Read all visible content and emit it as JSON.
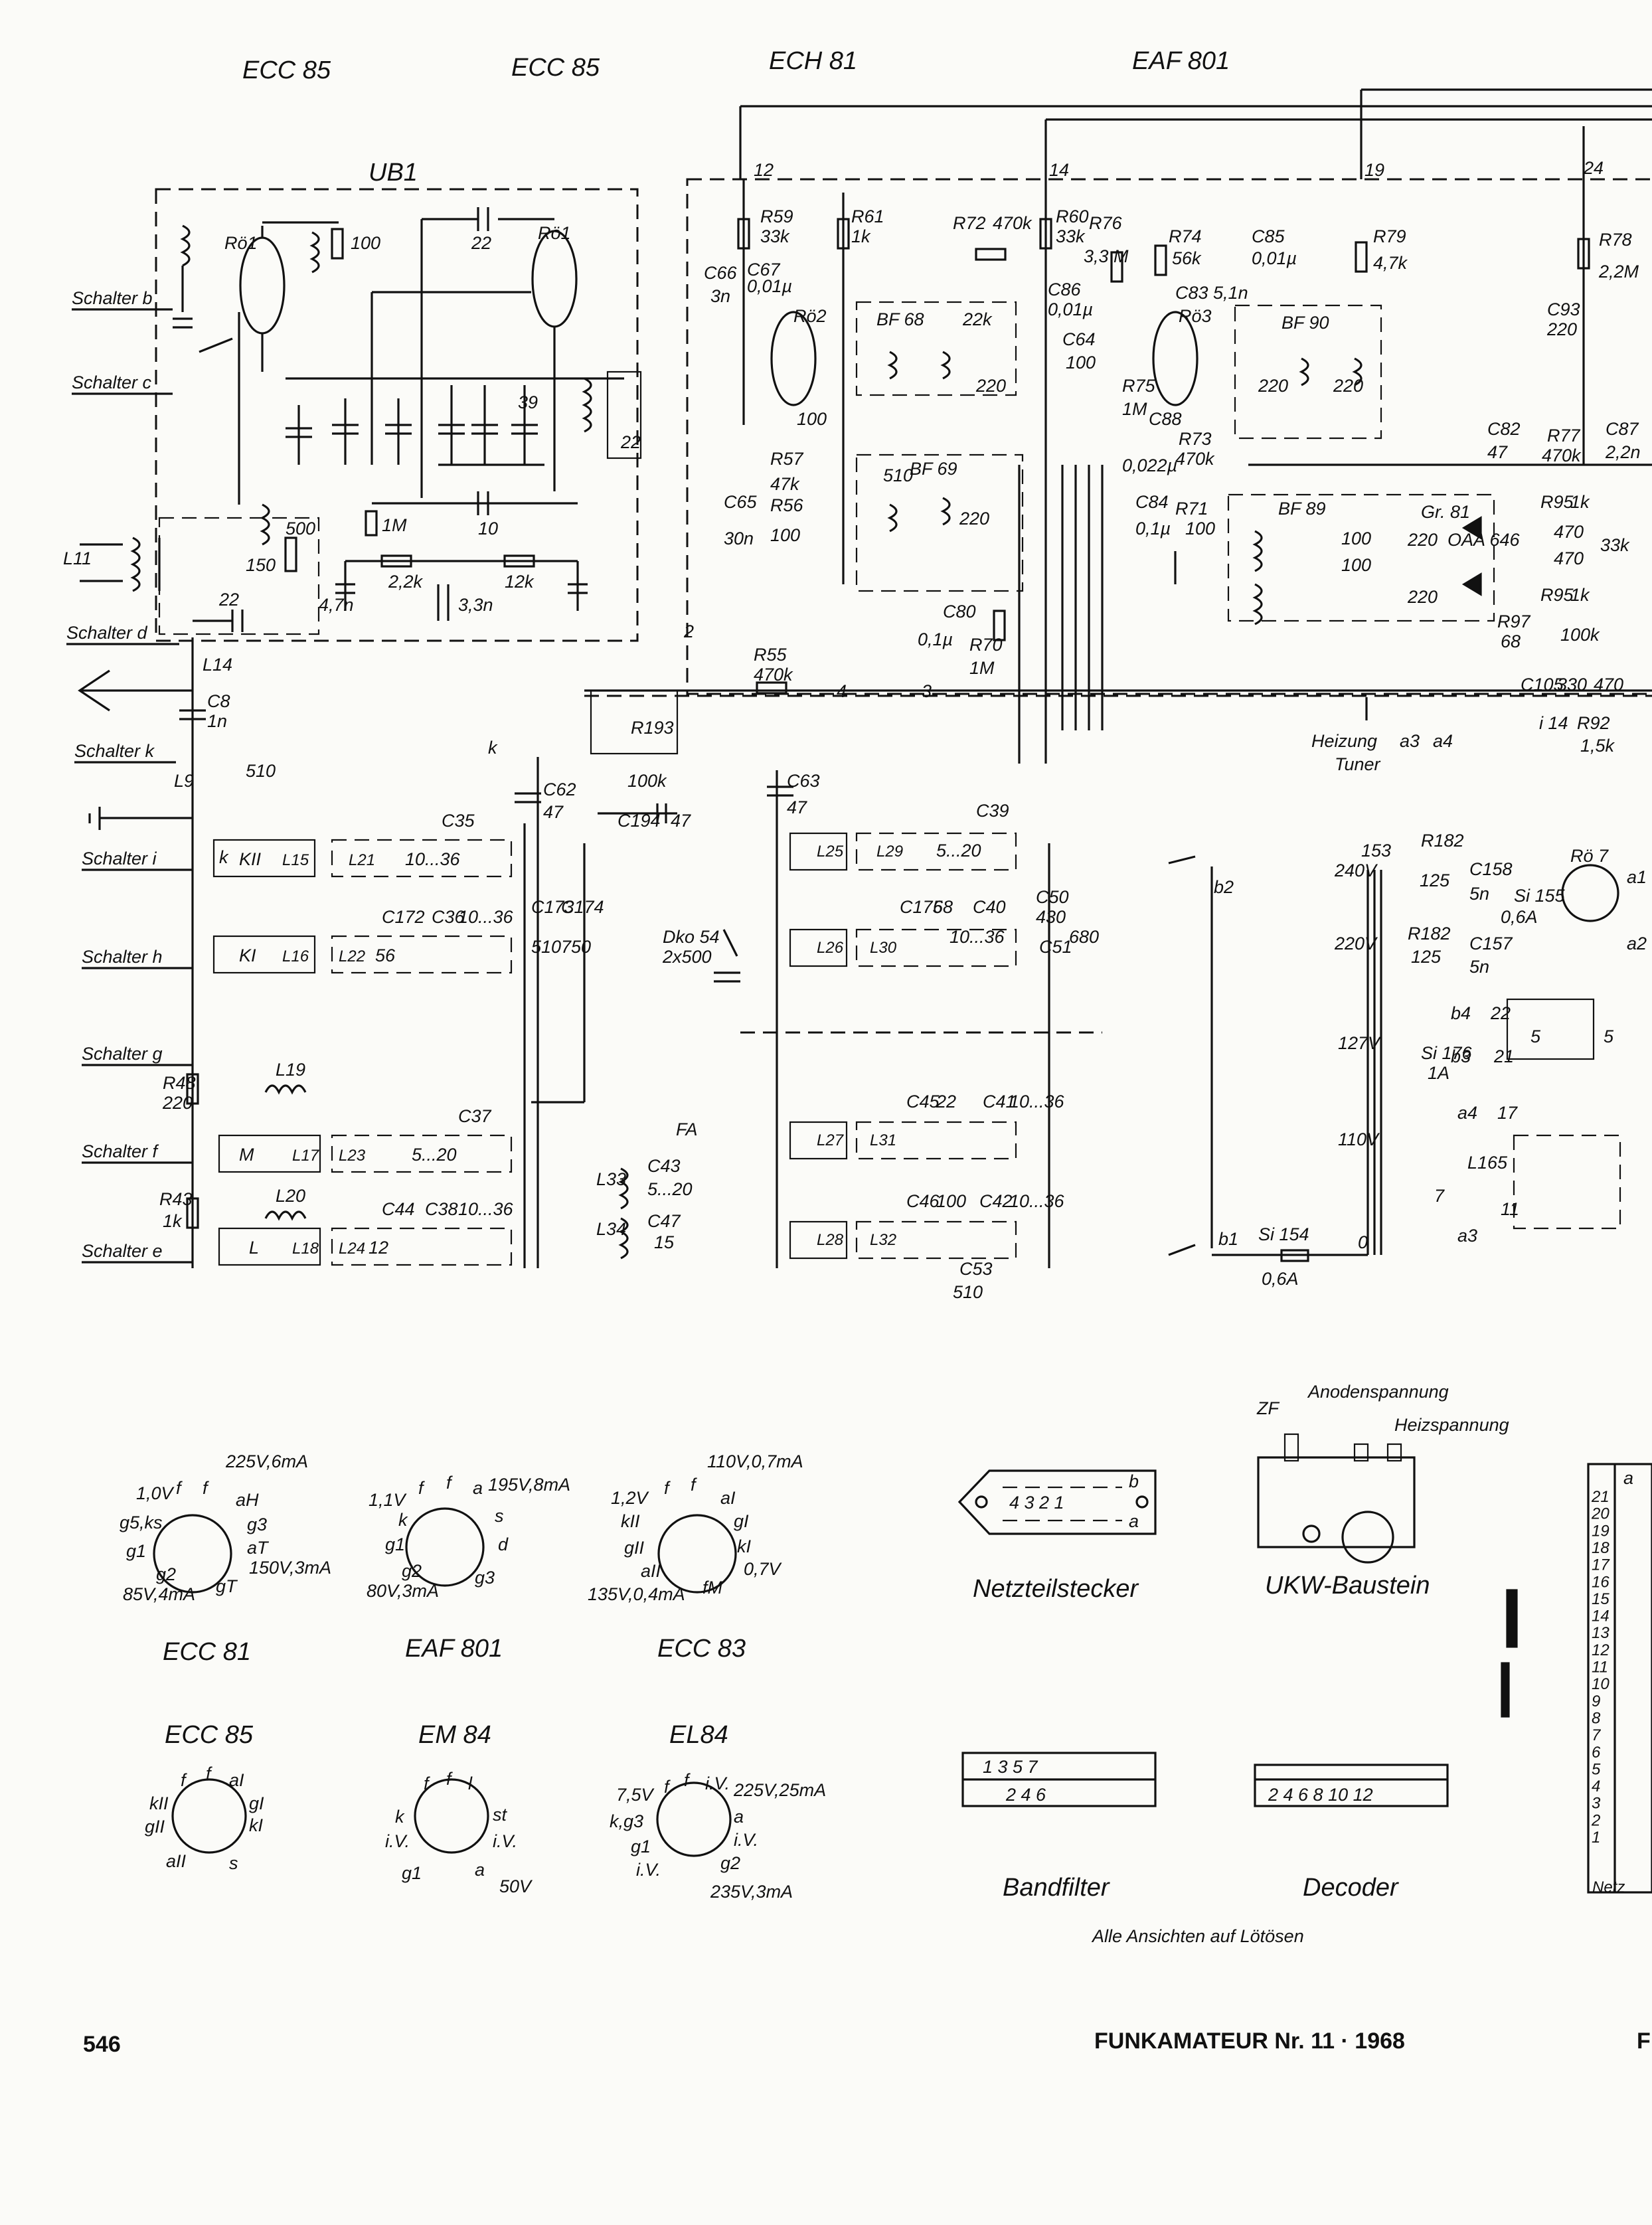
{
  "tubes_top": {
    "t1": "ECC 85",
    "t2": "ECC 85",
    "t3": "ECH 81",
    "t4": "EAF 801"
  },
  "ub1_label": "UB1",
  "switches": {
    "b": "Schalter b",
    "c": "Schalter c",
    "d": "Schalter d",
    "k": "Schalter k",
    "i": "Schalter i",
    "h": "Schalter h",
    "g": "Schalter g",
    "f": "Schalter f",
    "e": "Schalter e"
  },
  "valves": {
    "ro1": "Rö1",
    "ro2": "Rö2",
    "ro3": "Rö3",
    "ro7": "Rö 7"
  },
  "ub1_parts": {
    "r100": "100",
    "c22a": "22",
    "c22b": "22",
    "c39": "39",
    "c500": "500",
    "c150": "150",
    "l11": "L11",
    "r1m": "1M",
    "c10": "10",
    "r2k2": "2,2k",
    "c4n7": "4,7n",
    "c3n3": "3,3n",
    "r12k": "12k"
  },
  "ech_parts": {
    "n12": "12",
    "r59": "R59",
    "r59v": "33k",
    "r61": "R61",
    "r61v": "1k",
    "c66": "C66",
    "c66v": "3n",
    "c67": "C67",
    "c67v": "0,01µ",
    "bf68": "BF 68",
    "bf69": "BF 69",
    "r72": "R72",
    "r72v": "470k",
    "v22k": "22k",
    "v220a": "220",
    "v220b": "220",
    "v510": "510",
    "r58v": "100",
    "r57": "R57",
    "r57v": "47k",
    "c65": "C65",
    "c65v": "30n",
    "r56": "R56",
    "r56v": "100",
    "c80": "C80",
    "c80v": "0,1µ",
    "r70": "R70",
    "r70v": "1M",
    "r55": "R55",
    "r55v": "470k",
    "n2": "2",
    "n4": "4",
    "n3": "3"
  },
  "eaf_parts": {
    "n14": "14",
    "r60": "R60",
    "r60v": "33k",
    "r76": "R76",
    "r76v": "3,3 M",
    "r74": "R74",
    "r74v": "56k",
    "c85": "C85",
    "c85v": "0,01µ",
    "c83": "C83 5,1n",
    "c86": "C86",
    "c86v": "0,01µ",
    "c64": "C64",
    "c64v": "100",
    "r75": "R75",
    "r75v": "1M",
    "c88": "C88",
    "c88v": "0,022µ",
    "r73": "R73",
    "r73v": "470k",
    "c84": "C84",
    "c84v": "0,1µ",
    "r71": "R71",
    "r71v": "100",
    "n19": "19",
    "r79": "R79",
    "r79v": "4,7k",
    "bf90": "BF 90",
    "v220c": "220",
    "v220d": "220"
  },
  "right_parts": {
    "n24": "24",
    "r78": "R78",
    "r78v": "2,2M",
    "c93": "C93",
    "c93v": "220",
    "c82": "C82",
    "c82v": "47",
    "r77": "R77",
    "r77v": "470k",
    "c87": "C87",
    "c87v": "2,2n",
    "bf89": "BF 89",
    "v100a": "100",
    "v100b": "100",
    "gr81": "Gr. 81",
    "v220e": "220",
    "oaa": "OAA 646",
    "v220f": "220",
    "r95": "R95",
    "r95v": "1k",
    "v470a": "470",
    "v470b": "470",
    "r96v": "33k",
    "r97": "R97",
    "r97v": "68",
    "v100k": "100k",
    "c105": "C105",
    "c105v": "330",
    "v470c": "470",
    "heizung": "Heizung",
    "tuner": "Tuner",
    "a3": "a3",
    "a4": "a4",
    "i14": "i 14",
    "r92": "R92",
    "r92v": "1,5k"
  },
  "band_parts": {
    "l14": "L14",
    "c8": "C8",
    "c8v": "1n",
    "c510a": "510",
    "l9": "L9",
    "k2": "KII",
    "l15": "L15",
    "l21": "L21",
    "c35": "C35",
    "r1036a": "10...36",
    "k1": "KI",
    "l16": "L16",
    "c172": "C172",
    "v56": "56",
    "c36": "C36",
    "l22": "L22",
    "r1036b": "10...36",
    "l19": "L19",
    "m": "M",
    "l17": "L17",
    "l23": "L23",
    "c37": "C37",
    "r520a": "5...20",
    "r48": "R48",
    "r48v": "220",
    "r43": "R43",
    "r43v": "1k",
    "l20": "L20",
    "l": "L",
    "l18": "L18",
    "l24": "L24",
    "c44": "C44",
    "c38": "C38",
    "v12": "12",
    "r1036c": "10...36",
    "k": "k",
    "c62": "C62",
    "c62v": "47",
    "c173": "C173",
    "c173v": "510",
    "c174": "C174",
    "c174v": "750",
    "r193": "R193",
    "v100k2": "100k",
    "c194": "C194",
    "c194v": "47",
    "c63": "C63",
    "c63v": "47",
    "dko": "Dko 54",
    "dko2": "2x500",
    "fa": "FA",
    "l33": "L33",
    "l34": "L34",
    "c43": "C43",
    "c43v": "5...20",
    "c47": "C47",
    "c47v": "15",
    "l25": "L25",
    "l29": "L29",
    "c39b": "C39",
    "r520b": "5...20",
    "l26": "L26",
    "l30": "L30",
    "c175": "C175",
    "c175v": "68",
    "c40": "C40",
    "r1036d": "10...36",
    "c50": "C50",
    "c50v": "430",
    "c51": "C51",
    "c51v": "680",
    "l27": "L27",
    "l31": "L31",
    "c45": "C45",
    "c45v": "22",
    "c41": "C41",
    "r1036e": "10...36",
    "l28": "L28",
    "l32": "L32",
    "c46": "C46",
    "c46v": "100",
    "c42": "C42",
    "r1036f": "10...36",
    "c53": "C53",
    "c53v": "510"
  },
  "power": {
    "n153": "153",
    "r182": "R182",
    "r182v": "125",
    "c158": "C158",
    "c158v": "5n",
    "si155": "Si 155",
    "si155v": "0,6A",
    "r182b": "R182",
    "r182bv": "125",
    "c157": "C157",
    "c157v": "5n",
    "v240": "240V",
    "v220": "220V",
    "v127": "127V",
    "v110": "110V",
    "n0": "0",
    "b2": "b2",
    "b1": "b1",
    "b4": "b4",
    "b3": "b3",
    "si154": "Si 154",
    "si154v": "0,6A",
    "si176": "Si 176",
    "si176v": "1A",
    "l165": "L165",
    "n22": "22",
    "n21": "21",
    "n17": "17",
    "n5a": "5",
    "n5b": "5",
    "n7": "7",
    "n11": "11",
    "a1": "a1",
    "a2": "a2",
    "a3": "a3",
    "a4": "a4"
  },
  "pinouts": {
    "ecc81": {
      "name": "ECC 81",
      "l1": "1,0V",
      "l2": "g5,ks",
      "l3": "g1",
      "l4": "g2",
      "l5": "85V,4mA",
      "r1": "225V,6mA",
      "r2": "aH",
      "r3": "g3",
      "r4": "aT",
      "r5": "150V,3mA",
      "b1": "gT",
      "f1": "f",
      "f2": "f"
    },
    "eaf801": {
      "name": "EAF 801",
      "l1": "1,1V",
      "l2": "k",
      "l3": "g1",
      "l4": "g2",
      "l5": "80V,3mA",
      "r1": "195V,8mA",
      "r2": "s",
      "r3": "d",
      "b1": "g3",
      "f1": "f",
      "f2": "f",
      "a": "a"
    },
    "ecc83": {
      "name": "ECC 83",
      "l1": "1,2V",
      "l2": "kII",
      "l3": "gII",
      "l4": "aII",
      "l5": "135V,0,4mA",
      "r1": "110V,0,7mA",
      "r2": "aI",
      "r3": "gI",
      "r4": "kI",
      "r5": "0,7V",
      "b1": "fM",
      "f1": "f",
      "f2": "f"
    },
    "ecc85": {
      "name": "ECC 85",
      "l1": "kII",
      "l2": "gII",
      "l3": "aII",
      "r1": "aI",
      "r2": "gI",
      "r3": "kI",
      "b1": "s",
      "f1": "f",
      "f2": "f"
    },
    "em84": {
      "name": "EM 84",
      "l1": "k",
      "l2": "i.V.",
      "l3": "g1",
      "r1": "st",
      "r2": "i.V.",
      "r3": "a",
      "r4": "50V",
      "f1": "f",
      "f2": "f",
      "f3": "l"
    },
    "el84": {
      "name": "EL84",
      "l1": "7,5V",
      "l2": "k,g3",
      "l3": "g1",
      "l4": "i.V.",
      "r1": "225V,25mA",
      "r2": "a",
      "r3": "i.V.",
      "r4": "g2",
      "r5": "235V,3mA",
      "f1": "f",
      "f2": "f",
      "f3": "i.V."
    }
  },
  "connectors": {
    "netz": "Netzteilstecker",
    "netz_b": "b",
    "netz_a": "a",
    "netz_pins": "4  3    2  1",
    "ukw": "UKW-Baustein",
    "zf": "ZF",
    "anoden": "Anodenspannung",
    "heiz": "Heizspannung",
    "band": "Bandfilter",
    "band_top": "1    3    5    7",
    "band_bot": "2    4    6",
    "dec": "Decoder",
    "dec_pins": "2  4  6  8  10  12",
    "ansicht": "Alle Ansichten auf Lötösen"
  },
  "strip": {
    "a": "a",
    "netz": "Netz",
    "nums": [
      "21",
      "20",
      "19",
      "18",
      "17",
      "16",
      "15",
      "14",
      "13",
      "12",
      "11",
      "10",
      "9",
      "8",
      "7",
      "6",
      "5",
      "4",
      "3",
      "2",
      "1"
    ]
  },
  "footer": {
    "page": "546",
    "journal": "FUNKAMATEUR Nr. 11 · 1968",
    "edge": "F"
  }
}
